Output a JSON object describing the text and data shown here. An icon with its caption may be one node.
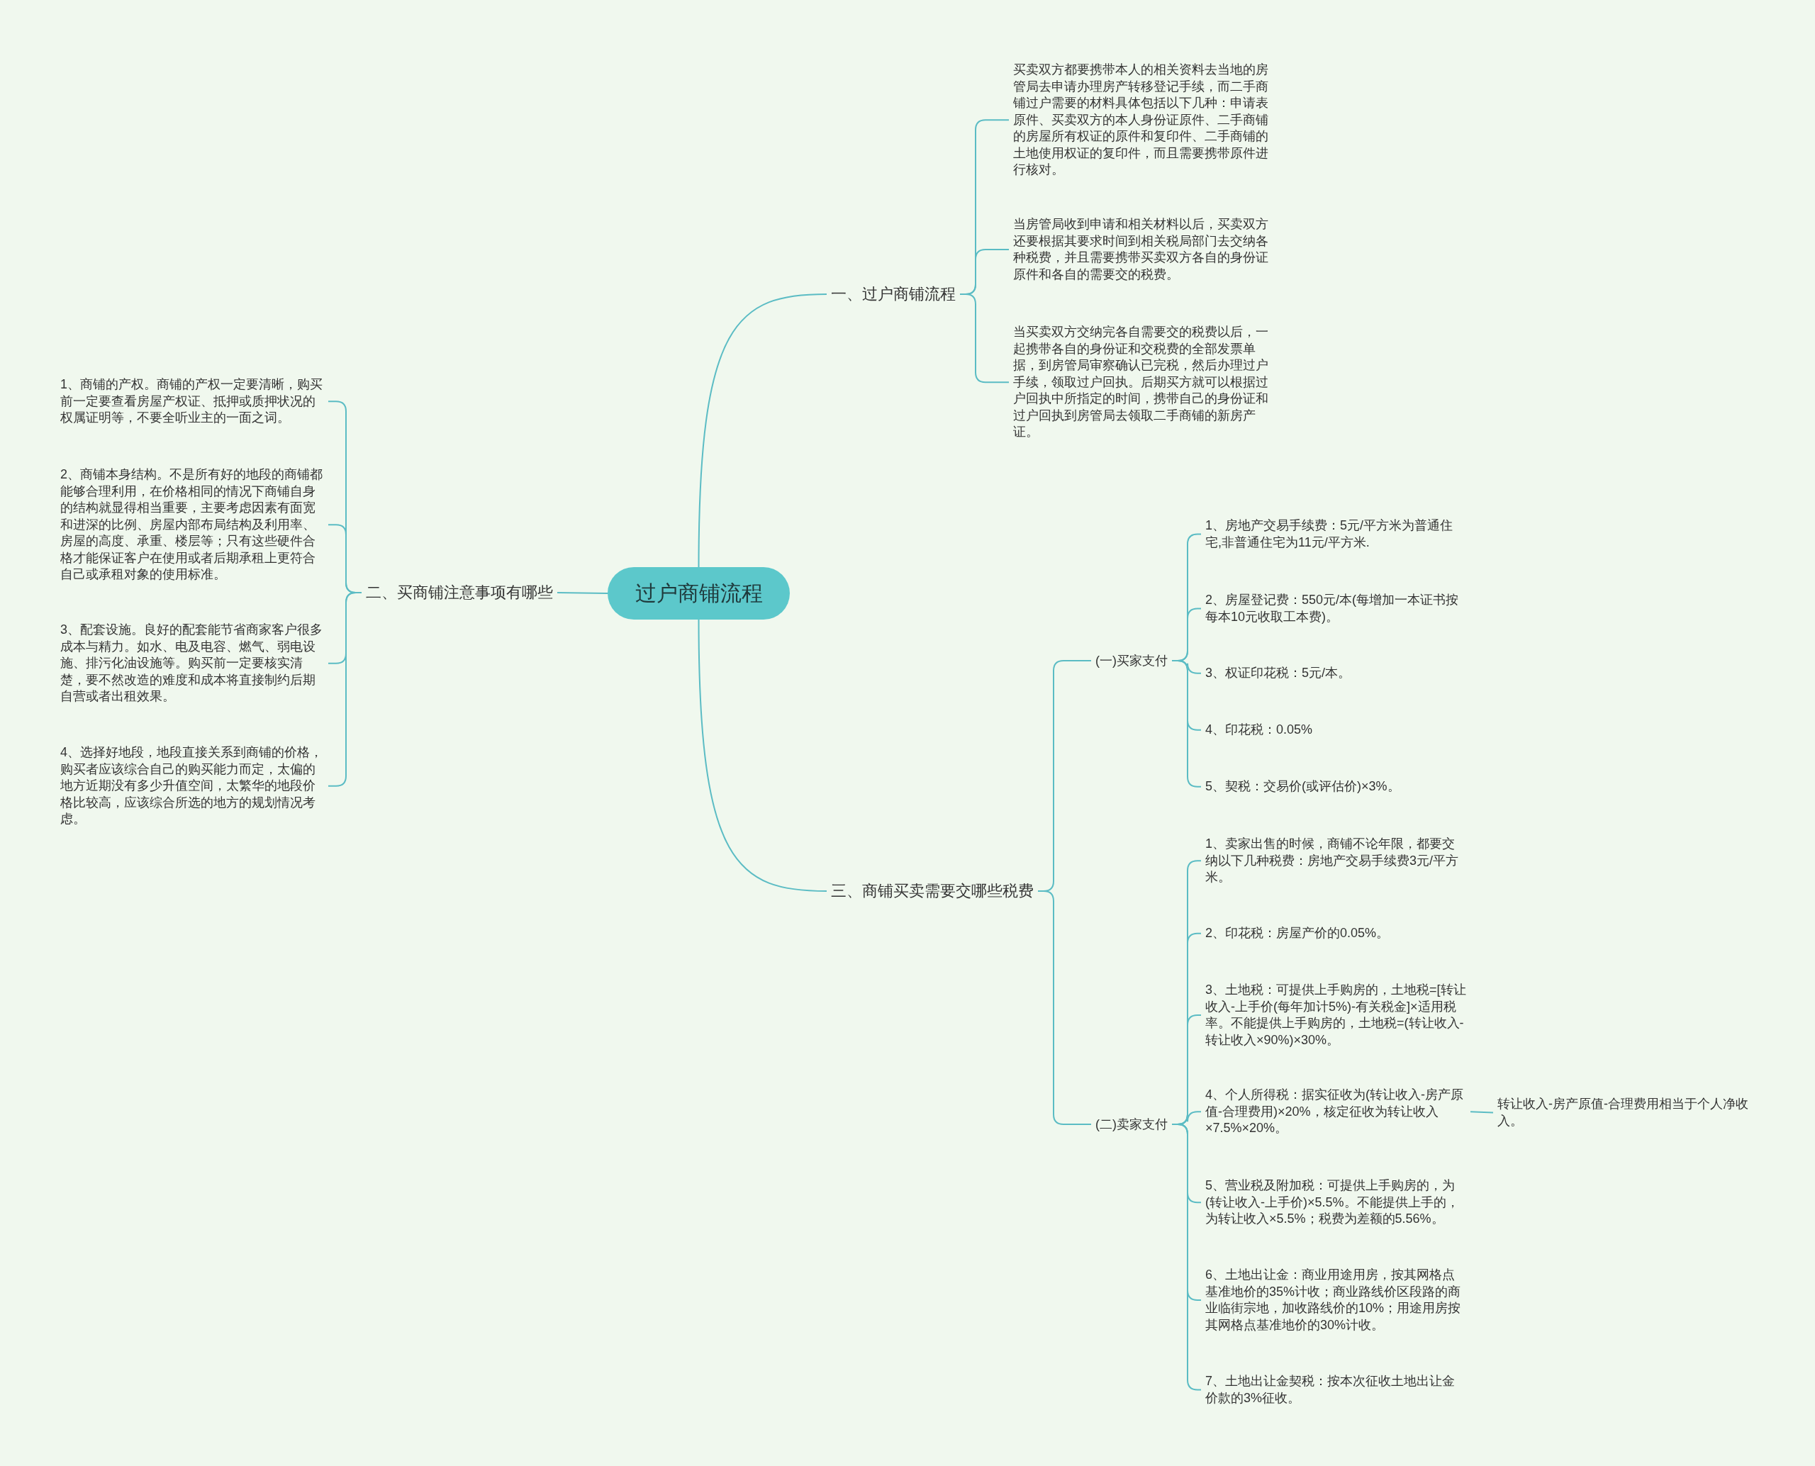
{
  "diagram": {
    "nodes": [
      {
        "text": [
          "过户商铺流程"
        ]
      },
      {
        "text": [
          "一、过户商铺流程"
        ]
      },
      {
        "text": [
          "买卖双方都要携带本人的相关资料去当地的房管局去申请办理房产转移登记手续，而二手商铺过户需要的材料具体包括以下几种：申请表原件、买卖双方的本人身份证原件、二手商铺的房屋所有权证的原件和复印件、二手商铺的土地使用权证的复印件，而且需要携带原件进行核对。"
        ]
      },
      {
        "text": [
          "当房管局收到申请和相关材料以后，买卖双方还要根据其要求时间到相关税局部门去交纳各种税费，并且需要携带买卖双方各自的身份证原件和各自的需要交的税费。"
        ]
      },
      {
        "text": [
          "当买卖双方交纳完各自需要交的税费以后，一起携带各自的身份证和交税费的全部发票单据，到房管局审察确认已完税，然后办理过户手续，领取过户回执。后期买方就可以根据过户回执中所指定的时间，携带自己的身份证和过户回执到房管局去领取二手商铺的新房产证。"
        ]
      },
      {
        "text": [
          "二、买商铺注意事项有哪些"
        ]
      },
      {
        "text": [
          "1、商铺的产权。商铺的产权一定要清晰，购买前一定要查看房屋产权证、抵押或质押状况的权属证明等，不要全听业主的一面之词。"
        ]
      },
      {
        "text": [
          "2、商铺本身结构。不是所有好的地段的商铺都能够合理利用，在价格相同的情况下商铺自身的结构就显得相当重要，主要考虑因素有面宽和进深的比例、房屋内部布局结构及利用率、房屋的高度、承重、楼层等；只有这些硬件合格才能保证客户在使用或者后期承租上更符合自己或承租对象的使用标准。"
        ]
      },
      {
        "text": [
          "3、配套设施。良好的配套能节省商家客户很多成本与精力。如水、电及电容、燃气、弱电设施、排污化油设施等。购买前一定要核实清楚，要不然改造的难度和成本将直接制约后期自营或者出租效果。"
        ]
      },
      {
        "text": [
          "4、选择好地段，地段直接关系到商铺的价格，购买者应该综合自己的购买能力而定，太偏的地方近期没有多少升值空间，太繁华的地段价格比较高，应该综合所选的地方的规划情况考虑。"
        ]
      },
      {
        "text": [
          "三、商铺买卖需要交哪些税费"
        ]
      },
      {
        "text": [
          "(一)买家支付"
        ]
      },
      {
        "text": [
          "1、房地产交易手续费：5元/平方米为普通住宅,非普通住宅为11元/平方米."
        ]
      },
      {
        "text": [
          "2、房屋登记费：550元/本(每增加一本证书按每本10元收取工本费)。"
        ]
      },
      {
        "text": [
          "3、权证印花税：5元/本。"
        ]
      },
      {
        "text": [
          "4、印花税：0.05%"
        ]
      },
      {
        "text": [
          "5、契税：交易价(或评估价)×3%。"
        ]
      },
      {
        "text": [
          "(二)卖家支付"
        ]
      },
      {
        "text": [
          "1、卖家出售的时候，商铺不论年限，都要交纳以下几种税费：房地产交易手续费3元/平方米。"
        ]
      },
      {
        "text": [
          "2、印花税：房屋产价的0.05%。"
        ]
      },
      {
        "text": [
          "3、土地税：可提供上手购房的，土地税=[转让收入-上手价(每年加计5%)-有关税金]×适用税率。不能提供上手购房的，土地税=(转让收入-转让收入×90%)×30%。"
        ]
      },
      {
        "text": [
          "4、个人所得税：据实征收为(转让收入-房产原值-合理费用)×20%，核定征收为转让收入×7.5%×20%。"
        ]
      },
      {
        "text": [
          "5、营业税及附加税：可提供上手购房的，为(转让收入-上手价)×5.5%。不能提供上手的，为转让收入×5.5%；税费为差额的5.56%。"
        ]
      },
      {
        "text": [
          "6、土地出让金：商业用途用房，按其网格点基准地价的35%计收；商业路线价区段路的商业临街宗地，加收路线价的10%；用途用房按其网格点基准地价的30%计收。"
        ]
      },
      {
        "text": [
          "7、土地出让金契税：按本次征收土地出让金价款的3%征收。"
        ]
      },
      {
        "text": [
          "转让收入-房产原值-合理费用相当于个人净收入。"
        ]
      }
    ],
    "edges": [
      {
        "from": 0,
        "to": 1,
        "arrow": "none"
      },
      {
        "from": 1,
        "to": 2,
        "arrow": "none"
      },
      {
        "from": 1,
        "to": 3,
        "arrow": "none"
      },
      {
        "from": 1,
        "to": 4,
        "arrow": "none"
      },
      {
        "from": 0,
        "to": 5,
        "arrow": "none"
      },
      {
        "from": 5,
        "to": 6,
        "arrow": "none"
      },
      {
        "from": 5,
        "to": 7,
        "arrow": "none"
      },
      {
        "from": 5,
        "to": 8,
        "arrow": "none"
      },
      {
        "from": 5,
        "to": 9,
        "arrow": "none"
      },
      {
        "from": 0,
        "to": 10,
        "arrow": "none"
      },
      {
        "from": 10,
        "to": 11,
        "arrow": "none"
      },
      {
        "from": 10,
        "to": 17,
        "arrow": "none"
      },
      {
        "from": 11,
        "to": 12,
        "arrow": "none"
      },
      {
        "from": 11,
        "to": 13,
        "arrow": "none"
      },
      {
        "from": 11,
        "to": 14,
        "arrow": "none"
      },
      {
        "from": 11,
        "to": 15,
        "arrow": "none"
      },
      {
        "from": 11,
        "to": 16,
        "arrow": "none"
      },
      {
        "from": 17,
        "to": 18,
        "arrow": "none"
      },
      {
        "from": 17,
        "to": 19,
        "arrow": "none"
      },
      {
        "from": 17,
        "to": 20,
        "arrow": "none"
      },
      {
        "from": 17,
        "to": 21,
        "arrow": "none"
      },
      {
        "from": 17,
        "to": 22,
        "arrow": "none"
      },
      {
        "from": 17,
        "to": 23,
        "arrow": "none"
      },
      {
        "from": 17,
        "to": 24,
        "arrow": "none"
      },
      {
        "from": 21,
        "to": 25,
        "arrow": "none"
      }
    ]
  }
}
